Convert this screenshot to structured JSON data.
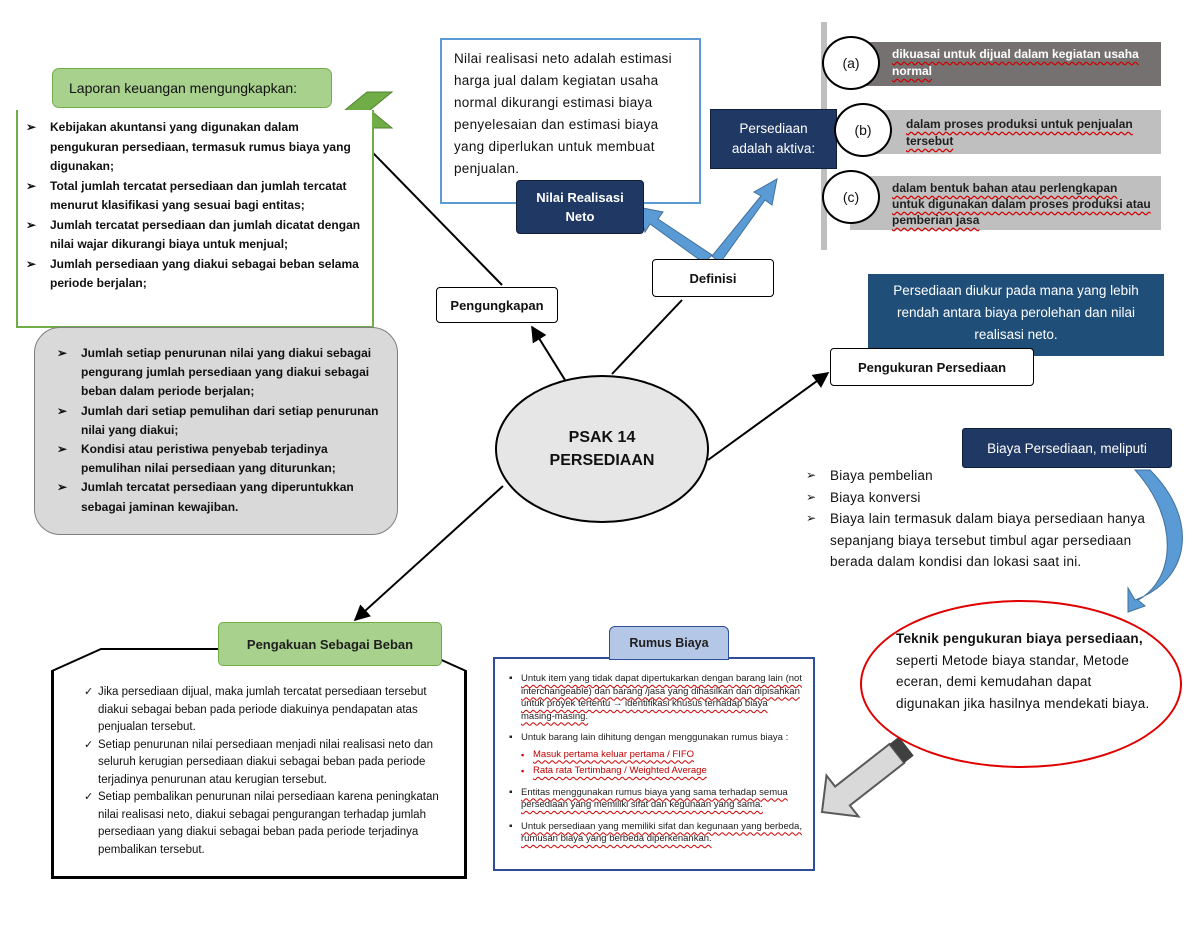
{
  "center": {
    "title_line1": "PSAK 14",
    "title_line2": "PERSEDIAAN"
  },
  "pengungkapan": {
    "label": "Pengungkapan",
    "header": "Laporan keuangan mengungkapkan:",
    "items": [
      "Kebijakan akuntansi yang digunakan dalam pengukuran persediaan, termasuk rumus biaya yang digunakan;",
      "Total jumlah tercatat persediaan dan jumlah tercatat menurut klasifikasi yang sesuai bagi entitas;",
      "Jumlah tercatat persediaan dan jumlah dicatat dengan nilai wajar dikurangi biaya untuk menjual;",
      "Jumlah persediaan yang diakui sebagai beban selama periode berjalan;"
    ],
    "gray_items": [
      "Jumlah setiap penurunan nilai yang diakui sebagai pengurang jumlah persediaan yang diakui sebagai beban dalam periode berjalan;",
      "Jumlah dari setiap pemulihan dari setiap penurunan nilai yang diakui;",
      "Kondisi atau peristiwa penyebab terjadinya pemulihan nilai persediaan yang diturunkan;",
      "Jumlah tercatat persediaan yang diperuntukkan sebagai jaminan kewajiban."
    ]
  },
  "definisi": {
    "label": "Definisi",
    "nrn_label": "Nilai Realisasi Neto",
    "nrn_text": "Nilai realisasi neto adalah estimasi harga jual dalam kegiatan usaha normal dikurangi estimasi biaya penyelesaian dan estimasi biaya yang diperlukan untuk membuat penjualan.",
    "aktiva_label": "Persediaan adalah aktiva:",
    "options": [
      {
        "letter": "(a)",
        "text": "dikuasai untuk dijual dalam kegiatan usaha normal"
      },
      {
        "letter": "(b)",
        "text": "dalam proses produksi untuk penjualan tersebut"
      },
      {
        "letter": "(c)",
        "text": "dalam bentuk bahan atau perlengkapan untuk digunakan dalam proses produksi atau pemberian jasa"
      }
    ]
  },
  "pengukuran": {
    "label": "Pengukuran Persediaan",
    "measure_text": "Persediaan diukur pada mana yang lebih rendah antara biaya perolehan dan nilai realisasi neto.",
    "biaya_header": "Biaya Persediaan, meliputi",
    "biaya_items": [
      "Biaya pembelian",
      "Biaya konversi",
      "Biaya lain termasuk dalam biaya persediaan hanya sepanjang biaya tersebut timbul agar persediaan berada dalam kondisi dan lokasi saat ini."
    ],
    "teknik_bold": "Teknik pengukuran biaya persediaan,",
    "teknik_rest": " seperti Metode biaya standar, Metode eceran, demi kemudahan dapat digunakan jika hasilnya mendekati biaya."
  },
  "rumus": {
    "label": "Rumus Biaya",
    "item1": "Untuk item yang tidak dapat dipertukarkan dengan barang lain (not interchangeable) dan barang /jasa yang dihasilkan dan dipisahkan untuk proyek tertentu → identifikasi khusus terhadap biaya masing-masing.",
    "item2": "Untuk barang lain dihitung dengan menggunakan rumus biaya :",
    "sub1": "Masuk pertama keluar pertama / FIFO",
    "sub2": "Rata rata Tertimbang / Weighted Average",
    "item3": "Entitas menggunakan rumus biaya yang sama terhadap semua persediaan yang memiliki sifat dan kegunaan yang sama.",
    "item4": "Untuk persediaan yang memiliki sifat dan kegunaan yang berbeda, rumusan biaya yang berbeda diperkenankan."
  },
  "beban": {
    "label": "Pengakuan Sebagai Beban",
    "items": [
      "Jika persediaan dijual, maka jumlah tercatat persediaan tersebut diakui sebagai beban pada periode diakuinya pendapatan atas penjualan tersebut.",
      "Setiap penurunan nilai persediaan menjadi nilai realisasi neto dan seluruh kerugian persediaan diakui sebagai beban pada periode terjadinya penurunan atau kerugian tersebut.",
      "Setiap pembalikan penurunan nilai persediaan karena peningkatan nilai realisasi neto, diakui sebagai pengurangan terhadap jumlah persediaan yang diakui sebagai beban pada periode terjadinya pembalikan tersebut."
    ]
  },
  "colors": {
    "navy": "#1f3864",
    "steel": "#1f4e79",
    "green_fill": "#a9d18e",
    "green_border": "#70ad47",
    "ellipse": "#e7e6e6",
    "gray_box": "#d9d9d9",
    "red": "#e00000"
  }
}
